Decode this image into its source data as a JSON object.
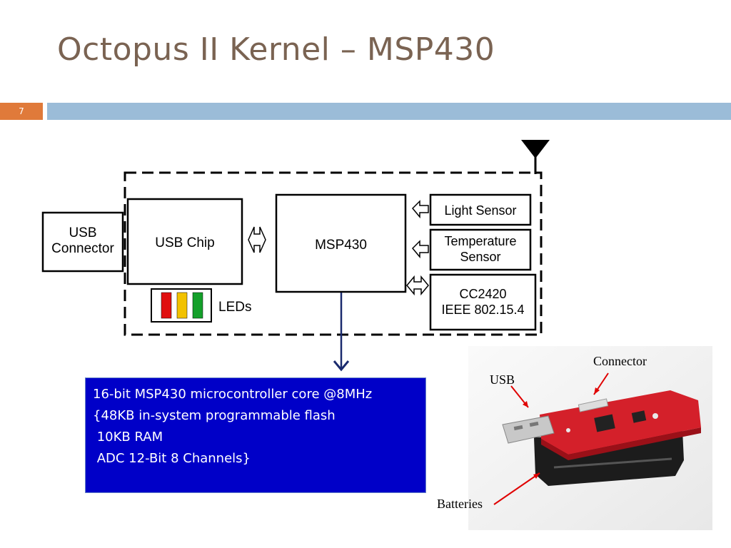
{
  "slide": {
    "title": "Octopus II Kernel – MSP430",
    "number": "7"
  },
  "diagram": {
    "usb_connector": "USB\nConnector",
    "usb_chip": "USB Chip",
    "msp430": "MSP430",
    "light_sensor": "Light Sensor",
    "temperature_sensor": "Temperature\nSensor",
    "cc2420": "CC2420\nIEEE 802.15.4",
    "leds": "LEDs",
    "led_colors": [
      "#e01010",
      "#f2c200",
      "#14a02a"
    ]
  },
  "specs": {
    "lines": [
      "16-bit MSP430 microcontroller core @8MHz",
      "{48KB in-system programmable flash",
      " 10KB RAM",
      " ADC 12-Bit 8 Channels}"
    ]
  },
  "photo": {
    "labels": {
      "connector": "Connector",
      "usb": "USB",
      "batteries": "Batteries"
    }
  }
}
